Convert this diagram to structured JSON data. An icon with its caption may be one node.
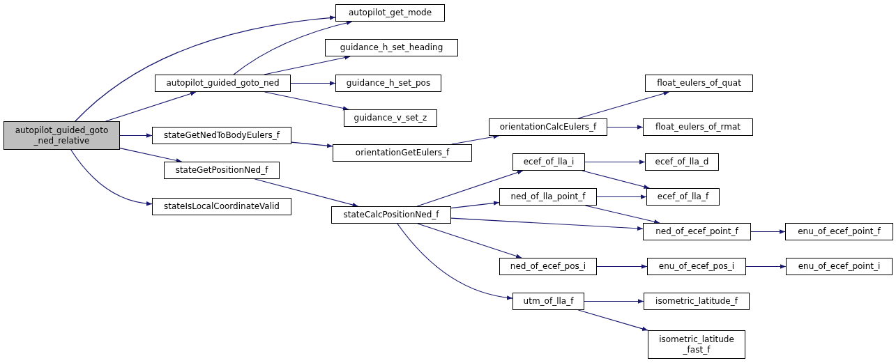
{
  "diagram": {
    "nodes": [
      {
        "text": [
          "autopilot_guided_goto _ned_relative"
        ]
      },
      {
        "text": [
          "autopilot_get_mode"
        ]
      },
      {
        "text": [
          "autopilot_guided_goto_ned"
        ]
      },
      {
        "text": [
          "guidance_h_set_heading"
        ]
      },
      {
        "text": [
          "guidance_h_set_pos"
        ]
      },
      {
        "text": [
          "guidance_v_set_z"
        ]
      },
      {
        "text": [
          "stateGetNedToBodyEulers_f"
        ]
      },
      {
        "text": [
          "stateGetPositionNed_f"
        ]
      },
      {
        "text": [
          "stateIsLocalCoordinateValid"
        ]
      },
      {
        "text": [
          "orientationGetEulers_f"
        ]
      },
      {
        "text": [
          "orientationCalcEulers_f"
        ]
      },
      {
        "text": [
          "float_eulers_of_quat"
        ]
      },
      {
        "text": [
          "float_eulers_of_rmat"
        ]
      },
      {
        "text": [
          "stateCalcPositionNed_f"
        ]
      },
      {
        "text": [
          "ecef_of_lla_i"
        ]
      },
      {
        "text": [
          "ned_of_lla_point_f"
        ]
      },
      {
        "text": [
          "ecef_of_lla_d"
        ]
      },
      {
        "text": [
          "ecef_of_lla_f"
        ]
      },
      {
        "text": [
          "ned_of_ecef_point_f"
        ]
      },
      {
        "text": [
          "enu_of_ecef_point_f"
        ]
      },
      {
        "text": [
          "ned_of_ecef_pos_i"
        ]
      },
      {
        "text": [
          "enu_of_ecef_pos_i"
        ]
      },
      {
        "text": [
          "enu_of_ecef_point_i"
        ]
      },
      {
        "text": [
          "utm_of_lla_f"
        ]
      },
      {
        "text": [
          "isometric_latitude_f"
        ]
      },
      {
        "text": [
          "isometric_latitude _fast_f"
        ]
      }
    ],
    "edges": [
      {
        "from": 0,
        "to": 1,
        "arrow": "to"
      },
      {
        "from": 0,
        "to": 2,
        "arrow": "to"
      },
      {
        "from": 0,
        "to": 6,
        "arrow": "to"
      },
      {
        "from": 0,
        "to": 7,
        "arrow": "to"
      },
      {
        "from": 0,
        "to": 8,
        "arrow": "to"
      },
      {
        "from": 2,
        "to": 1,
        "arrow": "to"
      },
      {
        "from": 2,
        "to": 3,
        "arrow": "to"
      },
      {
        "from": 2,
        "to": 4,
        "arrow": "to"
      },
      {
        "from": 2,
        "to": 5,
        "arrow": "to"
      },
      {
        "from": 6,
        "to": 9,
        "arrow": "to"
      },
      {
        "from": 7,
        "to": 13,
        "arrow": "to"
      },
      {
        "from": 9,
        "to": 10,
        "arrow": "to"
      },
      {
        "from": 10,
        "to": 11,
        "arrow": "to"
      },
      {
        "from": 10,
        "to": 12,
        "arrow": "to"
      },
      {
        "from": 13,
        "to": 14,
        "arrow": "to"
      },
      {
        "from": 13,
        "to": 15,
        "arrow": "to"
      },
      {
        "from": 13,
        "to": 18,
        "arrow": "to"
      },
      {
        "from": 13,
        "to": 20,
        "arrow": "to"
      },
      {
        "from": 13,
        "to": 23,
        "arrow": "to"
      },
      {
        "from": 14,
        "to": 16,
        "arrow": "to"
      },
      {
        "from": 14,
        "to": 17,
        "arrow": "to"
      },
      {
        "from": 15,
        "to": 17,
        "arrow": "to"
      },
      {
        "from": 15,
        "to": 18,
        "arrow": "to"
      },
      {
        "from": 18,
        "to": 19,
        "arrow": "to"
      },
      {
        "from": 20,
        "to": 21,
        "arrow": "to"
      },
      {
        "from": 21,
        "to": 22,
        "arrow": "to"
      },
      {
        "from": 23,
        "to": 24,
        "arrow": "to"
      },
      {
        "from": 23,
        "to": 25,
        "arrow": "to"
      }
    ]
  }
}
